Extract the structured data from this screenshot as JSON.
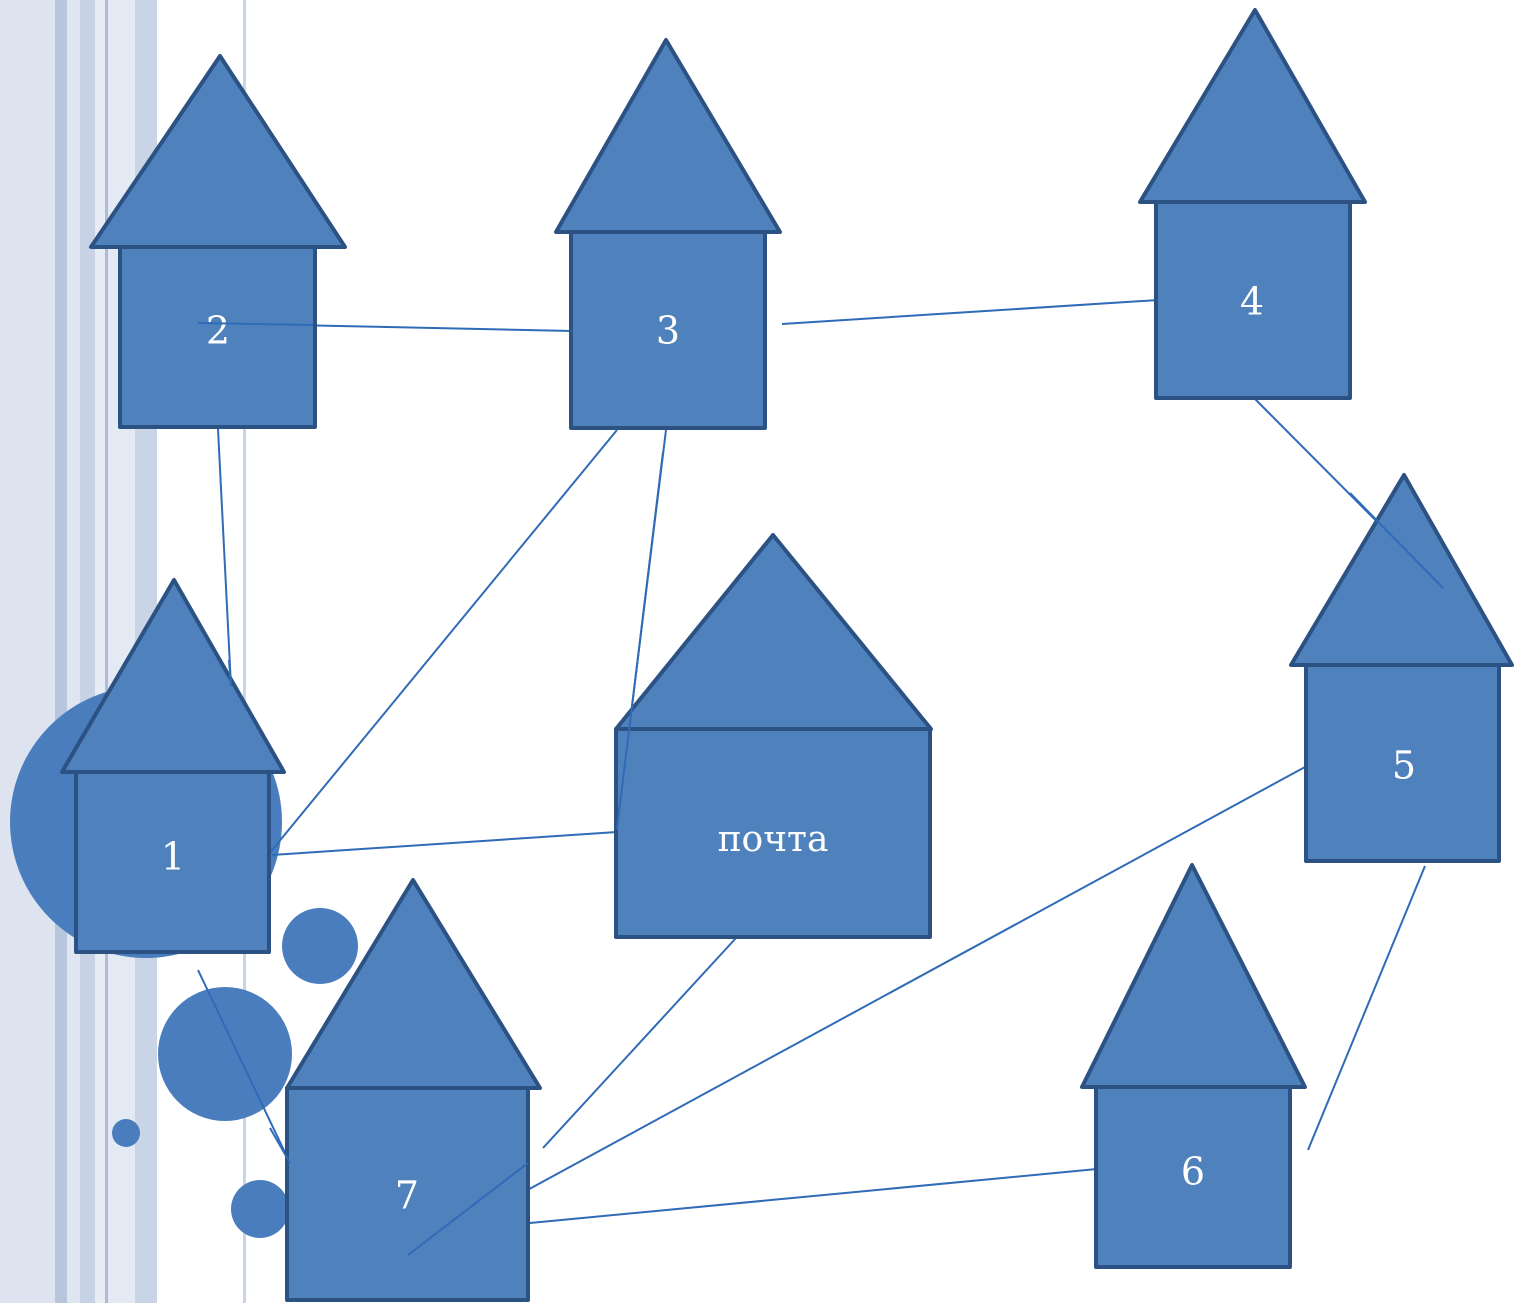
{
  "colors": {
    "house_fill": "#4f81bd",
    "house_stroke": "#2c5283",
    "edge": "#2f6bb7",
    "circle_fill": "#4a7dbe",
    "label": "#ffffff",
    "stripe_dark": "#b7c5dd",
    "stripe_light": "#dde4ef"
  },
  "houses": [
    {
      "id": "h1",
      "label": "1"
    },
    {
      "id": "h2",
      "label": "2"
    },
    {
      "id": "h3",
      "label": "3"
    },
    {
      "id": "h4",
      "label": "4"
    },
    {
      "id": "h5",
      "label": "5"
    },
    {
      "id": "h6",
      "label": "6"
    },
    {
      "id": "h7",
      "label": "7"
    },
    {
      "id": "post",
      "label": "почта"
    }
  ],
  "edges": [
    [
      "h2",
      "h3"
    ],
    [
      "h3",
      "h4"
    ],
    [
      "h2",
      "h1"
    ],
    [
      "h3",
      "h1"
    ],
    [
      "h3",
      "post"
    ],
    [
      "h1",
      "post"
    ],
    [
      "h4",
      "h5"
    ],
    [
      "h1",
      "h7"
    ],
    [
      "post",
      "h7"
    ],
    [
      "h5",
      "h7"
    ],
    [
      "h7",
      "h6"
    ],
    [
      "h5",
      "h6"
    ]
  ]
}
